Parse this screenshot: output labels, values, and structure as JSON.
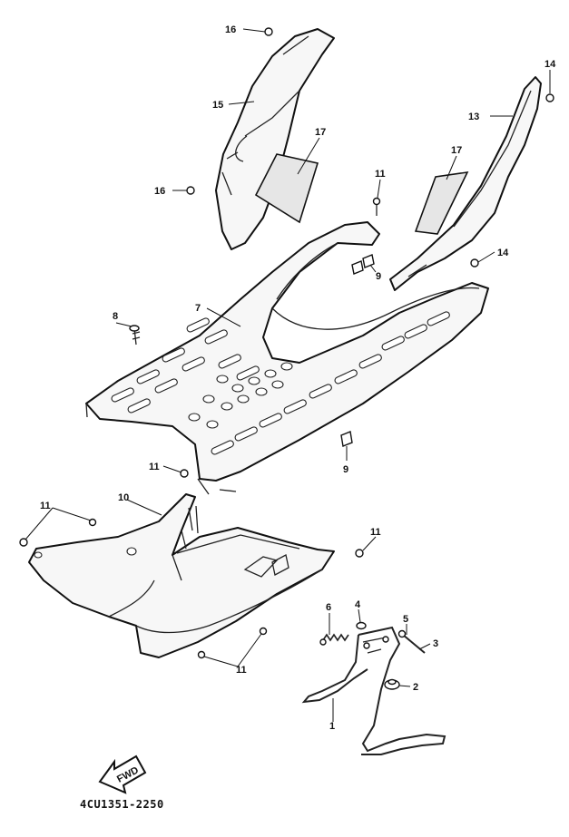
{
  "callouts": [
    {
      "id": "c16a",
      "label": "16"
    },
    {
      "id": "c15",
      "label": "15"
    },
    {
      "id": "c17a",
      "label": "17"
    },
    {
      "id": "c16b",
      "label": "16"
    },
    {
      "id": "c14a",
      "label": "14"
    },
    {
      "id": "c13",
      "label": "13"
    },
    {
      "id": "c17b",
      "label": "17"
    },
    {
      "id": "c11a",
      "label": "11"
    },
    {
      "id": "c14b",
      "label": "14"
    },
    {
      "id": "c9a",
      "label": "9"
    },
    {
      "id": "c7",
      "label": "7"
    },
    {
      "id": "c8",
      "label": "8"
    },
    {
      "id": "c9b",
      "label": "9"
    },
    {
      "id": "c11b",
      "label": "11"
    },
    {
      "id": "c10",
      "label": "10"
    },
    {
      "id": "c11c",
      "label": "11"
    },
    {
      "id": "c11d",
      "label": "11"
    },
    {
      "id": "c11e",
      "label": "11"
    },
    {
      "id": "c6",
      "label": "6"
    },
    {
      "id": "c4",
      "label": "4"
    },
    {
      "id": "c5",
      "label": "5"
    },
    {
      "id": "c3",
      "label": "3"
    },
    {
      "id": "c2",
      "label": "2"
    },
    {
      "id": "c1",
      "label": "1"
    }
  ],
  "direction_arrow": {
    "label": "FWD"
  },
  "diagram_code": "4CU1351-2250"
}
